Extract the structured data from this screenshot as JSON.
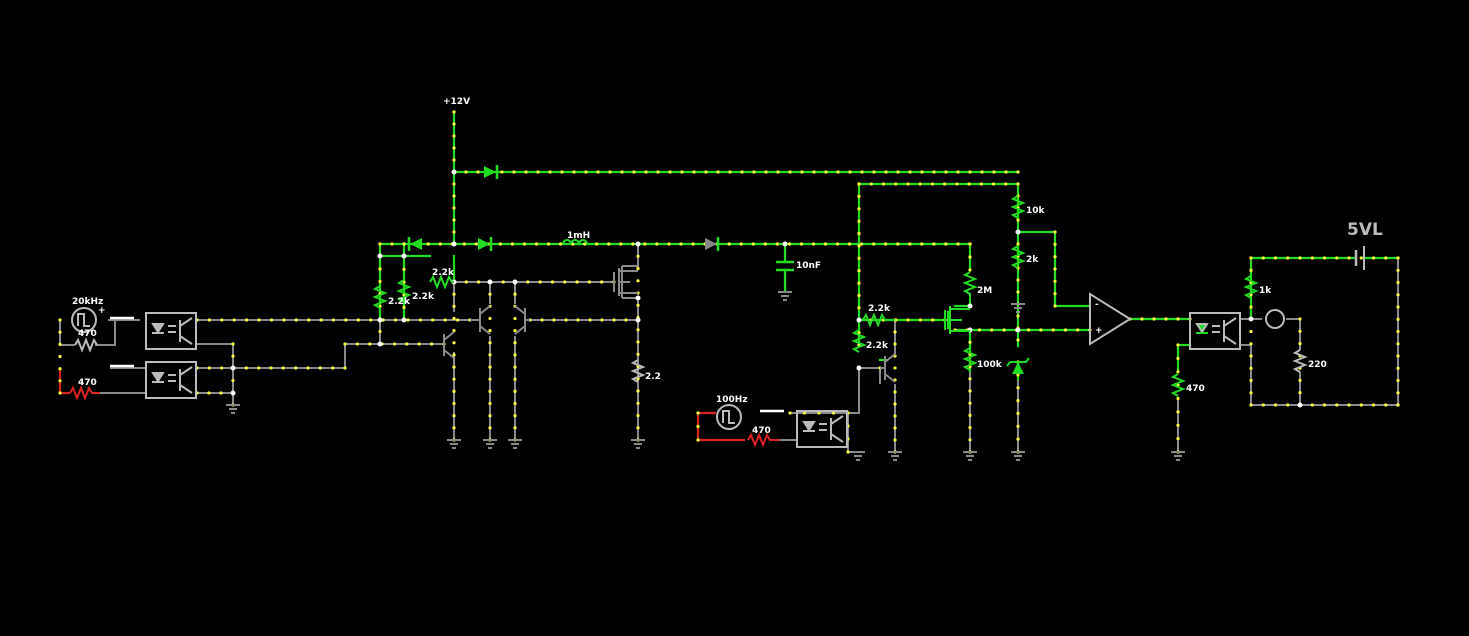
{
  "labels": {
    "vcc": "+12V",
    "inductor": "1mH",
    "cap": "10nF",
    "r_10k": "10k",
    "r_2k": "2k",
    "r_2M": "2M",
    "r_100k": "100k",
    "r_22_a": "2.2k",
    "r_22_b": "2.2k",
    "r_22_c": "2.2k",
    "r_22_d": "2.2k",
    "r_22_e": "2.2k",
    "r_2_2": "2.2",
    "r_470_a": "470",
    "r_470_b": "470",
    "r_470_c": "470",
    "r_470_d": "470",
    "r_1k": "1k",
    "r_220": "220",
    "src_20k": "20kHz",
    "src_100": "100Hz",
    "supply_5v": "5VL",
    "plus": "+",
    "opamp_minus": "-",
    "opamp_plus": "+"
  },
  "colors": {
    "background": "#000000",
    "wire_active": "#22dd22",
    "wire_idle": "#888888",
    "current_dot": "#ffff44",
    "wire_hot": "#dd2222",
    "label": "#ffffff",
    "supply_label": "#bbbbbb"
  }
}
